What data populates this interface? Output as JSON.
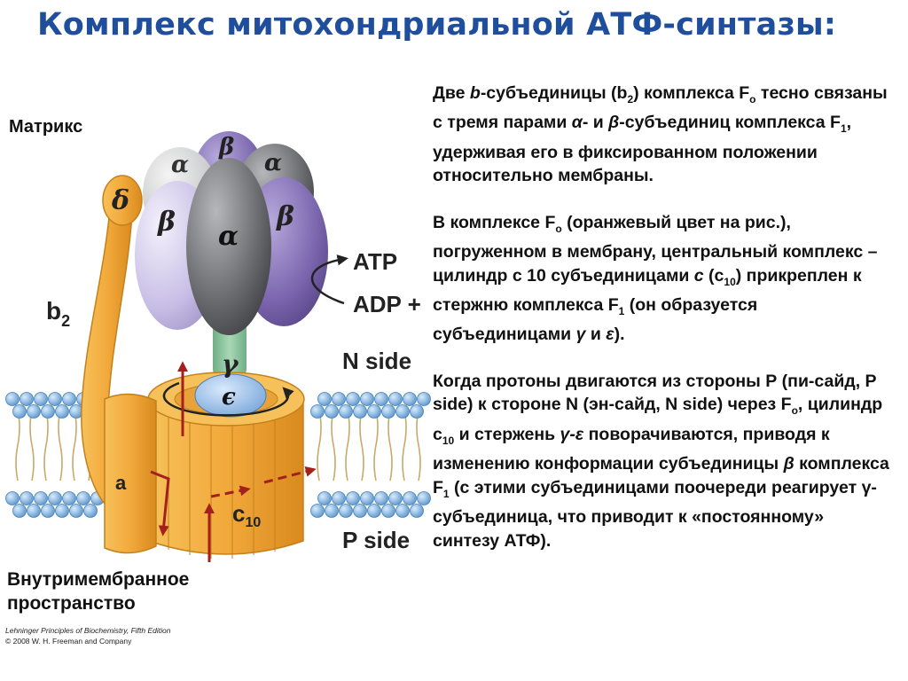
{
  "title": "Комплекс митохондриальной АТФ-синтазы:",
  "labels": {
    "matrix": "Матрикс",
    "intermembrane_1": "Внутримембранное",
    "intermembrane_2": "пространство",
    "credit_book": "Lehninger Principles of Biochemistry, Fifth Edition",
    "credit_publisher": "© 2008 W. H. Freeman and Company"
  },
  "diagram": {
    "delta": "δ",
    "b2": "b",
    "b2_sub": "2",
    "alpha_left": "α",
    "beta_top": "β",
    "alpha_right": "α",
    "beta_left": "β",
    "alpha_center": "α",
    "beta_right": "β",
    "gamma": "γ",
    "epsilon": "ϵ",
    "a": "a",
    "c10": "c",
    "c10_sub": "10",
    "atp": "ATP",
    "adp": "ADP +",
    "n_side": "N side",
    "p_side": "P side",
    "colors": {
      "orange": "#f2a93b",
      "orange_dark": "#d98a1f",
      "alpha_gray": "#6e6f73",
      "beta_purple": "#8d7bb8",
      "beta_light": "#c9bfe6",
      "gamma_green": "#8fc6a0",
      "epsilon_blue": "#8fb6e6",
      "lipid_blue": "#7fb6e6",
      "arrow_red": "#a3201c"
    }
  },
  "paragraphs": {
    "p1": {
      "a": "Две ",
      "b_it": "b",
      "c": "-субъединицы (b",
      "d_sub": "2",
      "e": ") комплекса F",
      "f_sub": "o",
      "g": " тесно связаны с тремя парами ",
      "h_it": "α",
      "i": "- и ",
      "j_it": "β",
      "k": "-субъединиц комплекса F",
      "l_sub": "1",
      "m": ", удерживая его в фиксированном положении относительно мембраны."
    },
    "p2": {
      "a": "В комплексе F",
      "b_sub": "o",
      "c": " (оранжевый цвет на рис.), погруженном в мембрану, центральный комплекс – цилиндр с 10 субъединицами ",
      "d_it": "с",
      "e": " (с",
      "f_sub": "10",
      "g": ") прикреплен к стержню комплекса F",
      "h_sub": "1",
      "i": " (он образуется субъединицами ",
      "j_it": "γ",
      "k": " и ",
      "l_it": "ε",
      "m": ")."
    },
    "p3": {
      "a": "Когда протоны двигаются из стороны Р (пи-сайд, P side) к стороне N (эн-сайд, N side) через F",
      "b_sub": "o",
      "c": ", цилиндр c",
      "d_sub": "10",
      "e": " и стержень ",
      "f_it": "γ-ε",
      "g": " поворачиваются, приводя к изменению конформации субъединицы ",
      "h_it": "β",
      "i": " комплекса F",
      "j_sub": "1",
      "k": " (с этими субъединицами поочереди реагирует γ-субъединица, что приводит к «постоянному» синтезу АТФ)."
    }
  }
}
